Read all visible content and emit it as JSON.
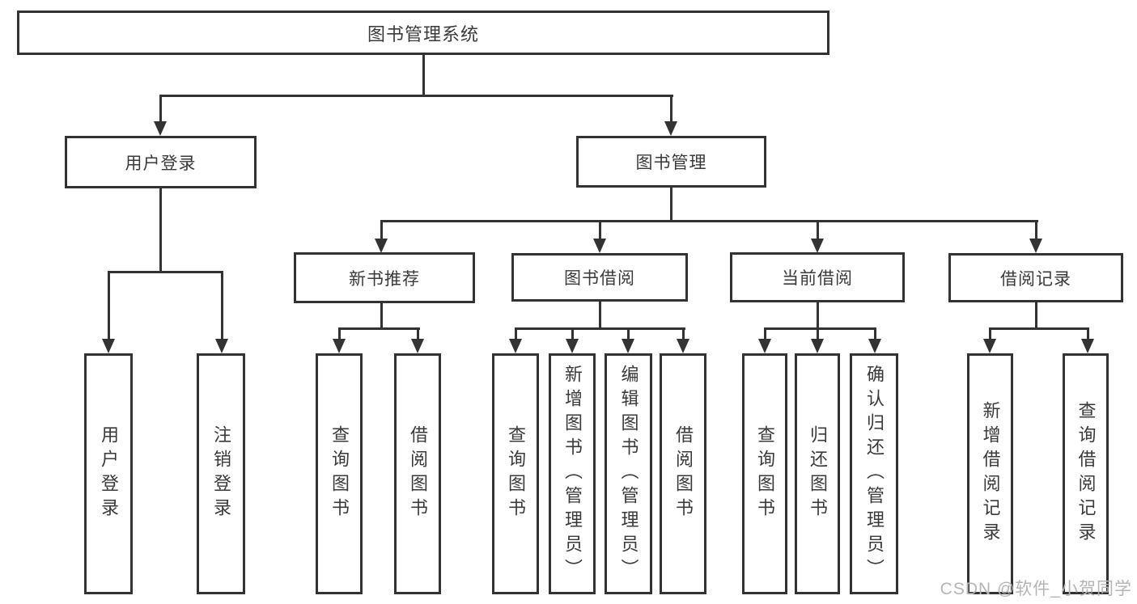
{
  "watermark": "CSDN @软件_小贺同学",
  "colors": {
    "border": "#333333",
    "line": "#333333",
    "text": "#3a3a3a",
    "watermark": "#b5b5b5",
    "background": "#ffffff"
  },
  "tree": {
    "label": "图书管理系统",
    "children": [
      {
        "label": "用户登录",
        "children": [
          {
            "label": "用户登录"
          },
          {
            "label": "注销登录"
          }
        ]
      },
      {
        "label": "图书管理",
        "children": [
          {
            "label": "新书推荐",
            "children": [
              {
                "label": "查询图书"
              },
              {
                "label": "借阅图书"
              }
            ]
          },
          {
            "label": "图书借阅",
            "children": [
              {
                "label": "查询图书"
              },
              {
                "label": "新增图书（管理员）"
              },
              {
                "label": "编辑图书（管理员）"
              },
              {
                "label": "借阅图书"
              }
            ]
          },
          {
            "label": "当前借阅",
            "children": [
              {
                "label": "查询图书"
              },
              {
                "label": "归还图书"
              },
              {
                "label": "确认归还（管理员）"
              }
            ]
          },
          {
            "label": "借阅记录",
            "children": [
              {
                "label": "新增借阅记录"
              },
              {
                "label": "查询借阅记录"
              }
            ]
          }
        ]
      }
    ]
  }
}
